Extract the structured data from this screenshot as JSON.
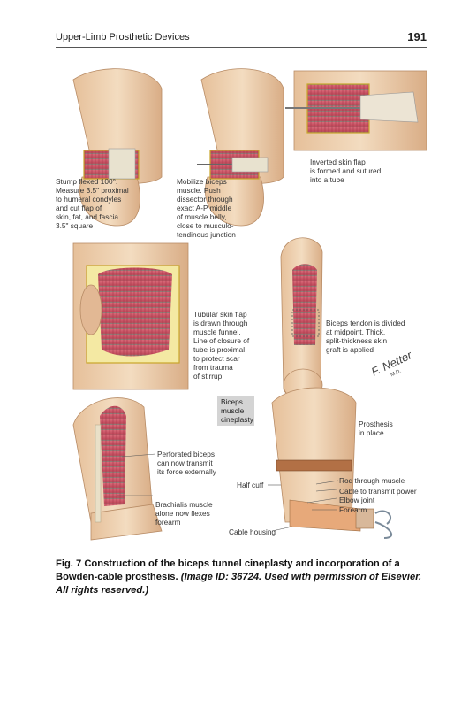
{
  "header": {
    "running_title": "Upper-Limb Prosthetic Devices",
    "page_number": "191"
  },
  "figure": {
    "labels": {
      "panel1": "Stump flexed 100°.\nMeasure 3.5\" proximal\nto humeral condyles\nand cut flap of\nskin, fat, and fascia\n3.5\" square",
      "panel2": "Mobilize biceps\nmuscle. Push\ndissector through\nexact A-P middle\nof muscle belly,\nclose to musculo-\ntendinous junction",
      "panel3": "Inverted skin flap\nis formed and sutured\ninto a tube",
      "panel4": "Tubular skin flap\nis drawn through\nmuscle funnel.\nLine of closure of\ntube is proximal\nto protect scar\nfrom trauma\nof stirrup",
      "panel5": "Biceps tendon is divided\nat midpoint. Thick,\nsplit-thickness skin\ngraft is applied",
      "cineplasty": "Biceps\nmuscle\ncineplasty",
      "prosthesis": "Prosthesis\nin place",
      "perforated_biceps": "Perforated biceps\ncan now transmit\nits force externally",
      "brachialis": "Brachialis muscle\nalone now flexes\nforearm",
      "half_cuff": "Half cuff",
      "rod": "Rod through muscle",
      "cable_power": "Cable to transmit power",
      "elbow_joint": "Elbow joint",
      "forearm": "Forearm",
      "cable_housing": "Cable housing"
    },
    "signature": "F. Netter M.D."
  },
  "caption": {
    "fig_number": "Fig. 7",
    "title": "Construction of the biceps tunnel cineplasty and incorporation of a Bowden-cable prosthesis.",
    "credit": "(Image ID: 36724. Used with permission of Elsevier. All rights reserved.)"
  }
}
